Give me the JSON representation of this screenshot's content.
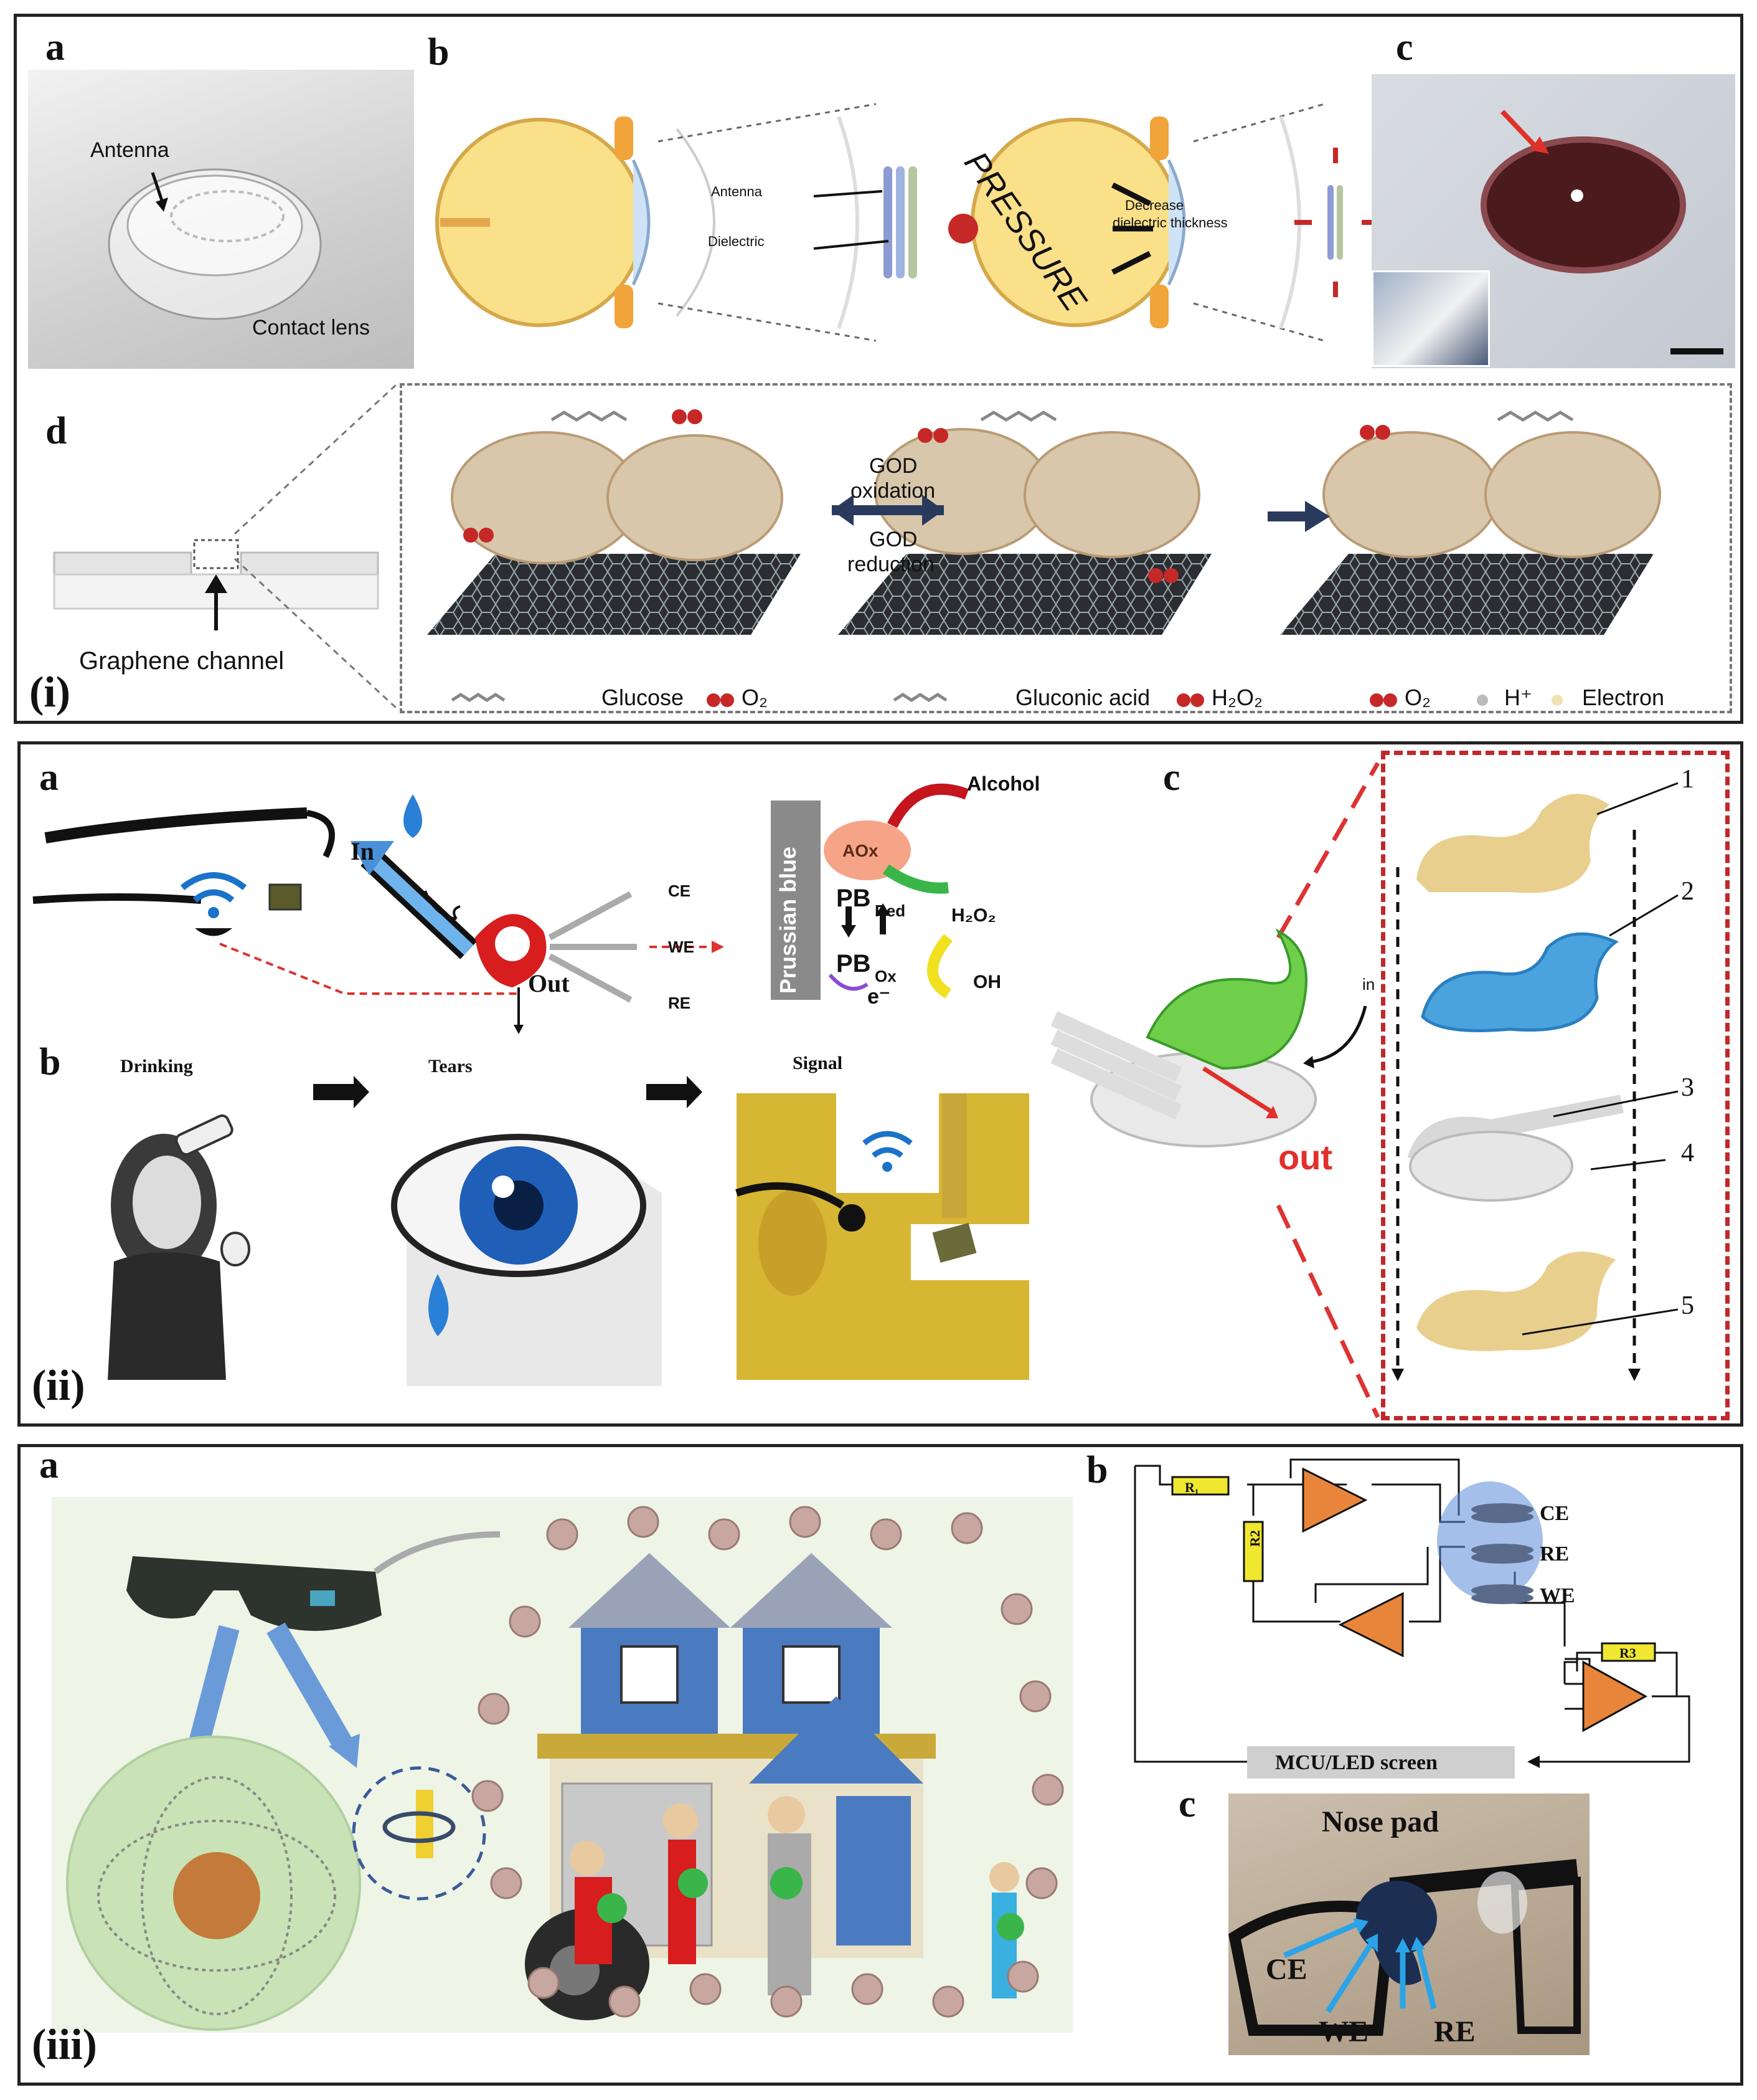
{
  "panel_i": {
    "roman": "(i)",
    "sub_a": {
      "letter": "a",
      "antenna": "Antenna",
      "contact_lens": "Contact lens"
    },
    "sub_b": {
      "letter": "b",
      "antenna": "Antenna",
      "dielectric": "Dielectric",
      "pressure": "PRESSURE",
      "decrease": "Decrease",
      "dielectric_thickness": "dielectric thickness"
    },
    "sub_c": {
      "letter": "c"
    },
    "sub_d": {
      "letter": "d",
      "graphene_channel": "Graphene channel",
      "god_oxidation_1": "GOD",
      "god_oxidation_2": "oxidation",
      "god_reduction_1": "GOD",
      "god_reduction_2": "reduction",
      "legend_glucose": "Glucose",
      "legend_o2_1": "O₂",
      "legend_gluconic": "Gluconic acid",
      "legend_h2o2": "H₂O₂",
      "legend_o2_2": "O₂",
      "legend_h": "H⁺",
      "legend_electron": "Electron"
    }
  },
  "panel_ii": {
    "roman": "(ii)",
    "sub_a": {
      "letter": "a",
      "in": "In",
      "out": "Out",
      "ce": "CE",
      "we": "WE",
      "re": "RE",
      "prussian_blue": "Prussian blue",
      "aox": "AOx",
      "alcohol": "Alcohol",
      "pb_red": "PB",
      "pb_red_sub": "Red",
      "h2o2": "H₂O₂",
      "pb_ox": "PB",
      "pb_ox_sub": "Ox",
      "e": "e⁻",
      "oh": "OH"
    },
    "sub_b": {
      "letter": "b",
      "drinking": "Drinking",
      "tears": "Tears",
      "signal": "Signal"
    },
    "sub_c": {
      "letter": "c",
      "out": "out",
      "in": "in",
      "layers": [
        "1",
        "2",
        "3",
        "4",
        "5"
      ]
    }
  },
  "panel_iii": {
    "roman": "(iii)",
    "sub_a": {
      "letter": "a"
    },
    "sub_b": {
      "letter": "b",
      "r1": "R₁",
      "r2": "R2",
      "r3": "R3",
      "ce": "CE",
      "re": "RE",
      "we": "WE",
      "mcu": "MCU/LED screen"
    },
    "sub_c": {
      "letter": "c",
      "nose_pad": "Nose pad",
      "ce": "CE",
      "we": "WE",
      "re": "RE"
    }
  },
  "colors": {
    "border": "#222222",
    "red_dash": "#c0282c",
    "amplifier": "#e8853a",
    "resistor": "#f0e830",
    "graphene": "#2b2d33",
    "wifi": "#1a73c9"
  }
}
